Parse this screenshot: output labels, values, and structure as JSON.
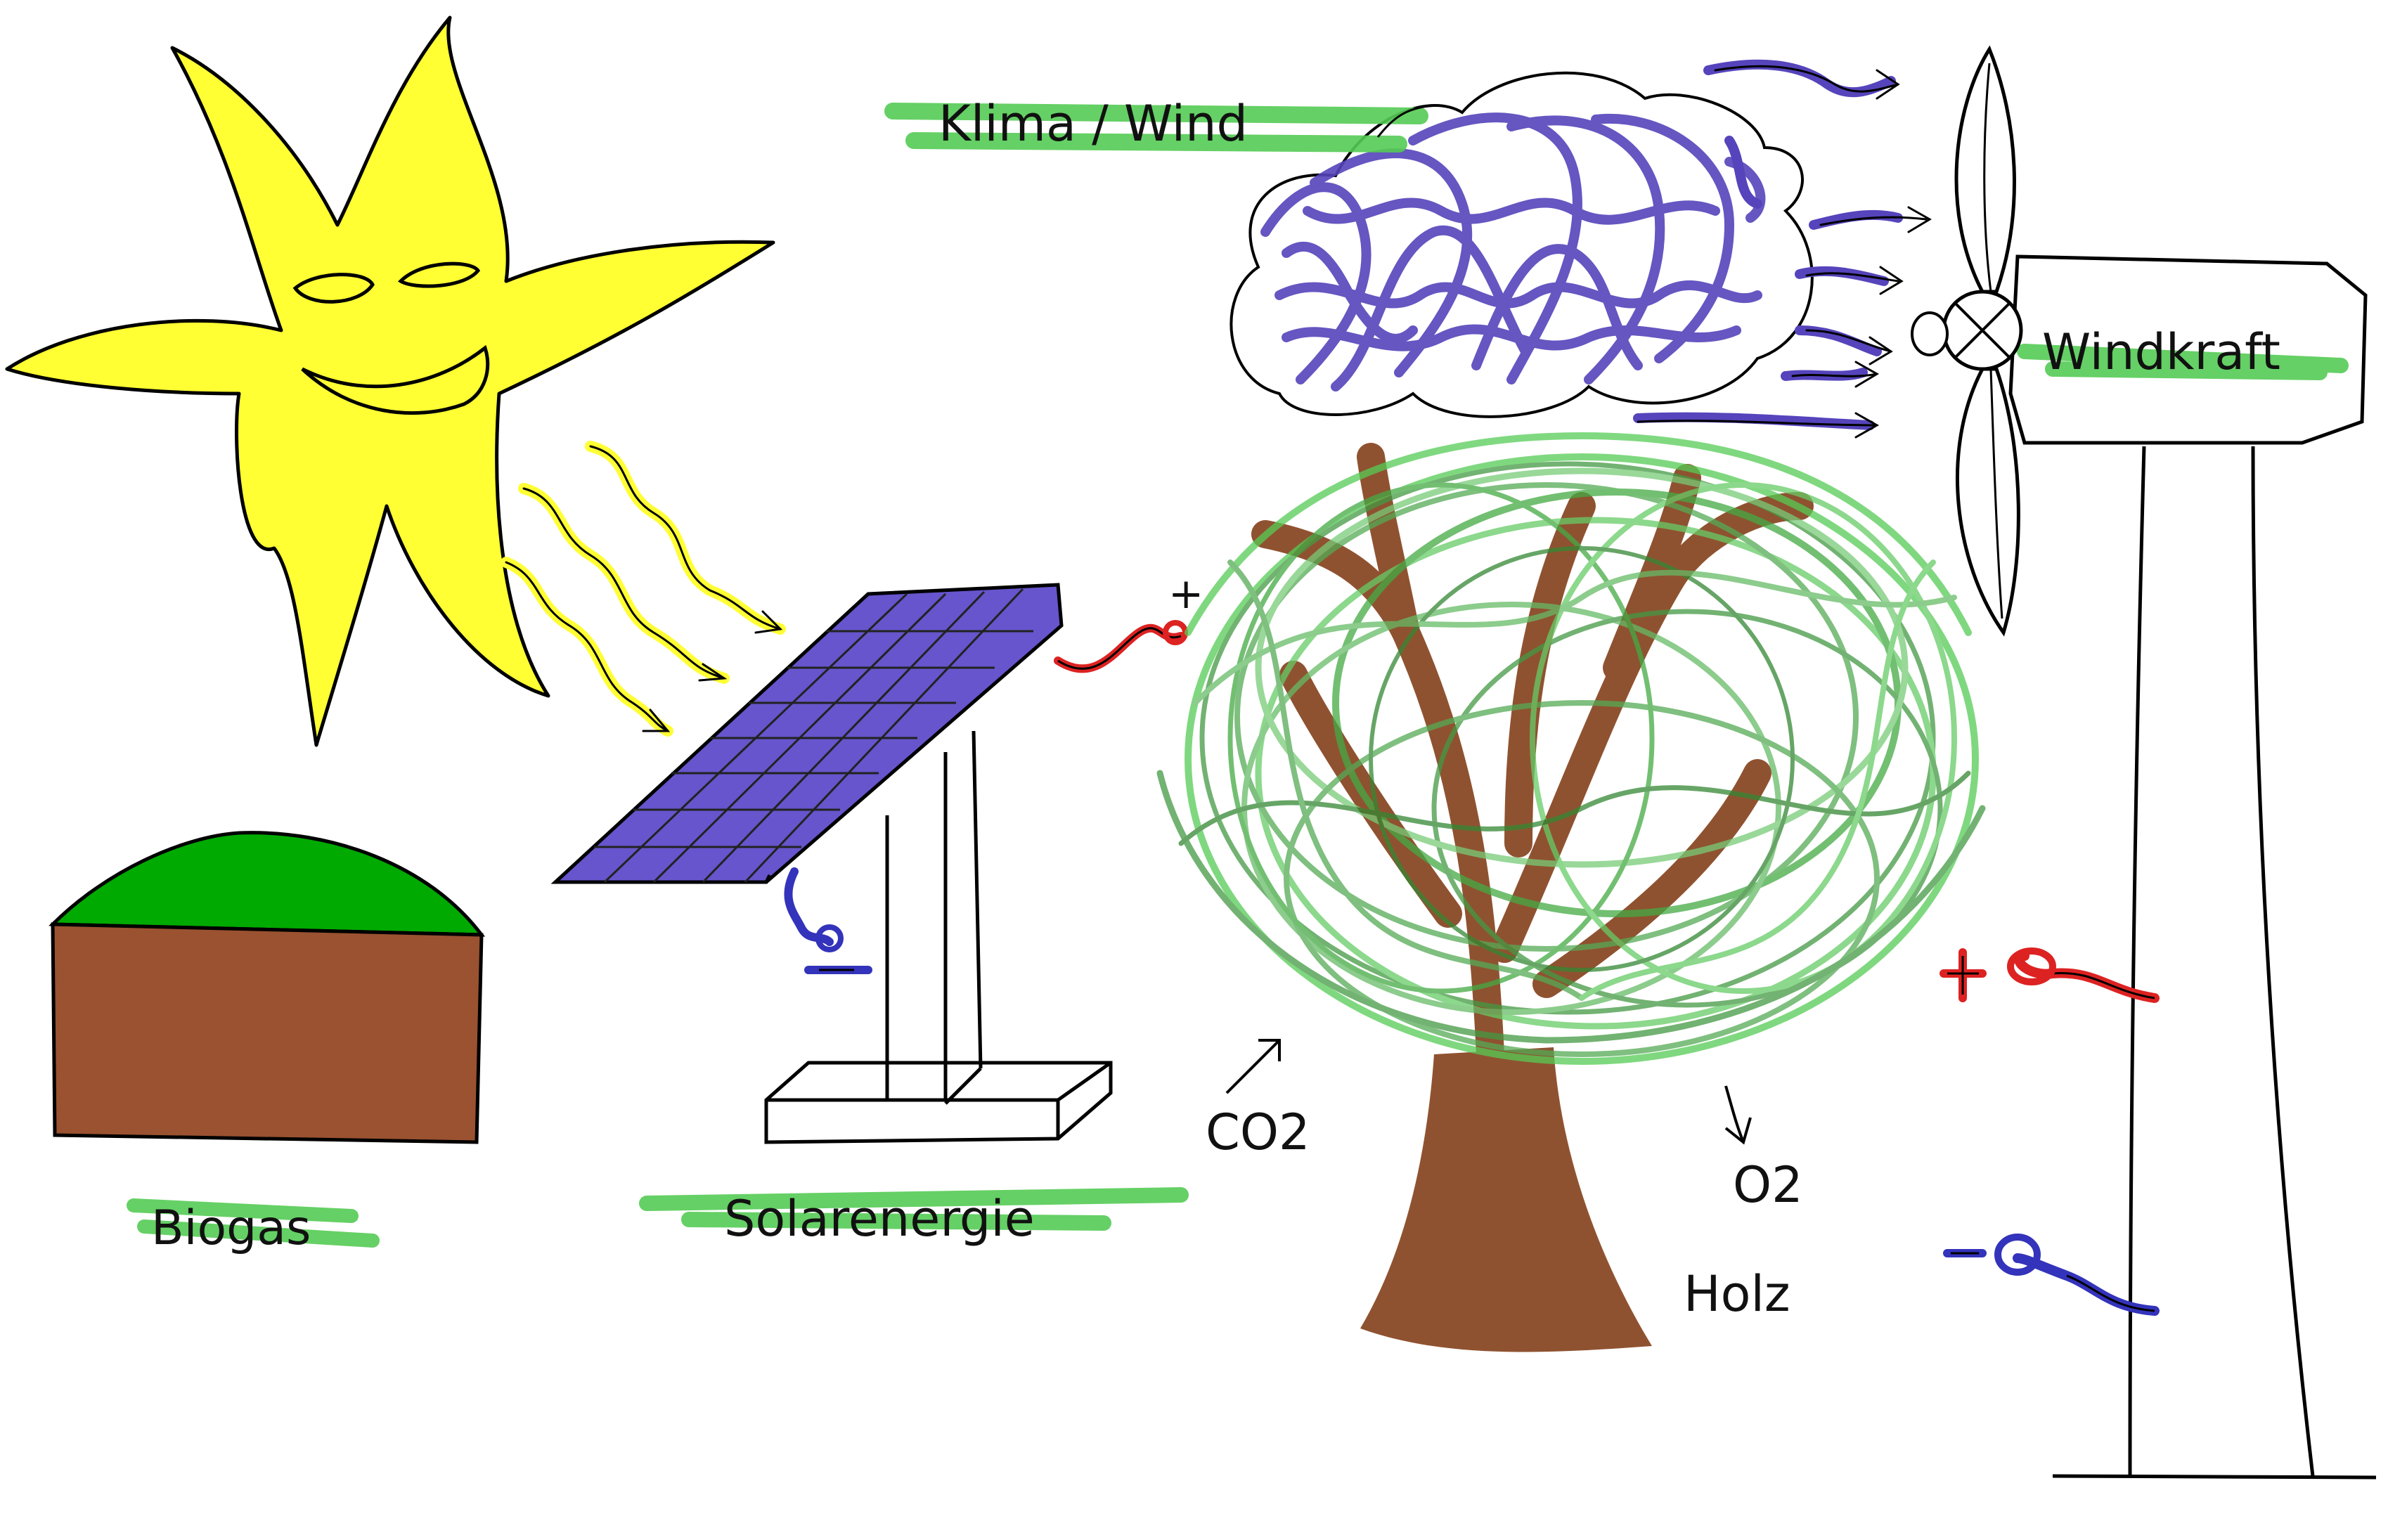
{
  "labels": {
    "klima": "Klima / Wind",
    "windkraft": "Windkraft",
    "biogas": "Biogas",
    "solar": "Solarenergie",
    "co2": "CO2",
    "o2": "O2",
    "holz": "Holz",
    "plus": "+",
    "minus": "−"
  },
  "colors": {
    "sun": "#ffff33",
    "highlight": "#55cc55",
    "panel": "#6655cc",
    "cloud_scribble": "#5544bb",
    "tree_leaves": "#44aa44",
    "trunk": "#8f5230",
    "soil": "#9a5230",
    "grass": "#00aa00",
    "positive_wire": "#dd2222",
    "negative_wire": "#3333bb"
  },
  "icons": [
    "sun-icon",
    "solar-panel-icon",
    "cloud-icon",
    "tree-icon",
    "wind-turbine-icon",
    "biogas-mound-icon"
  ]
}
